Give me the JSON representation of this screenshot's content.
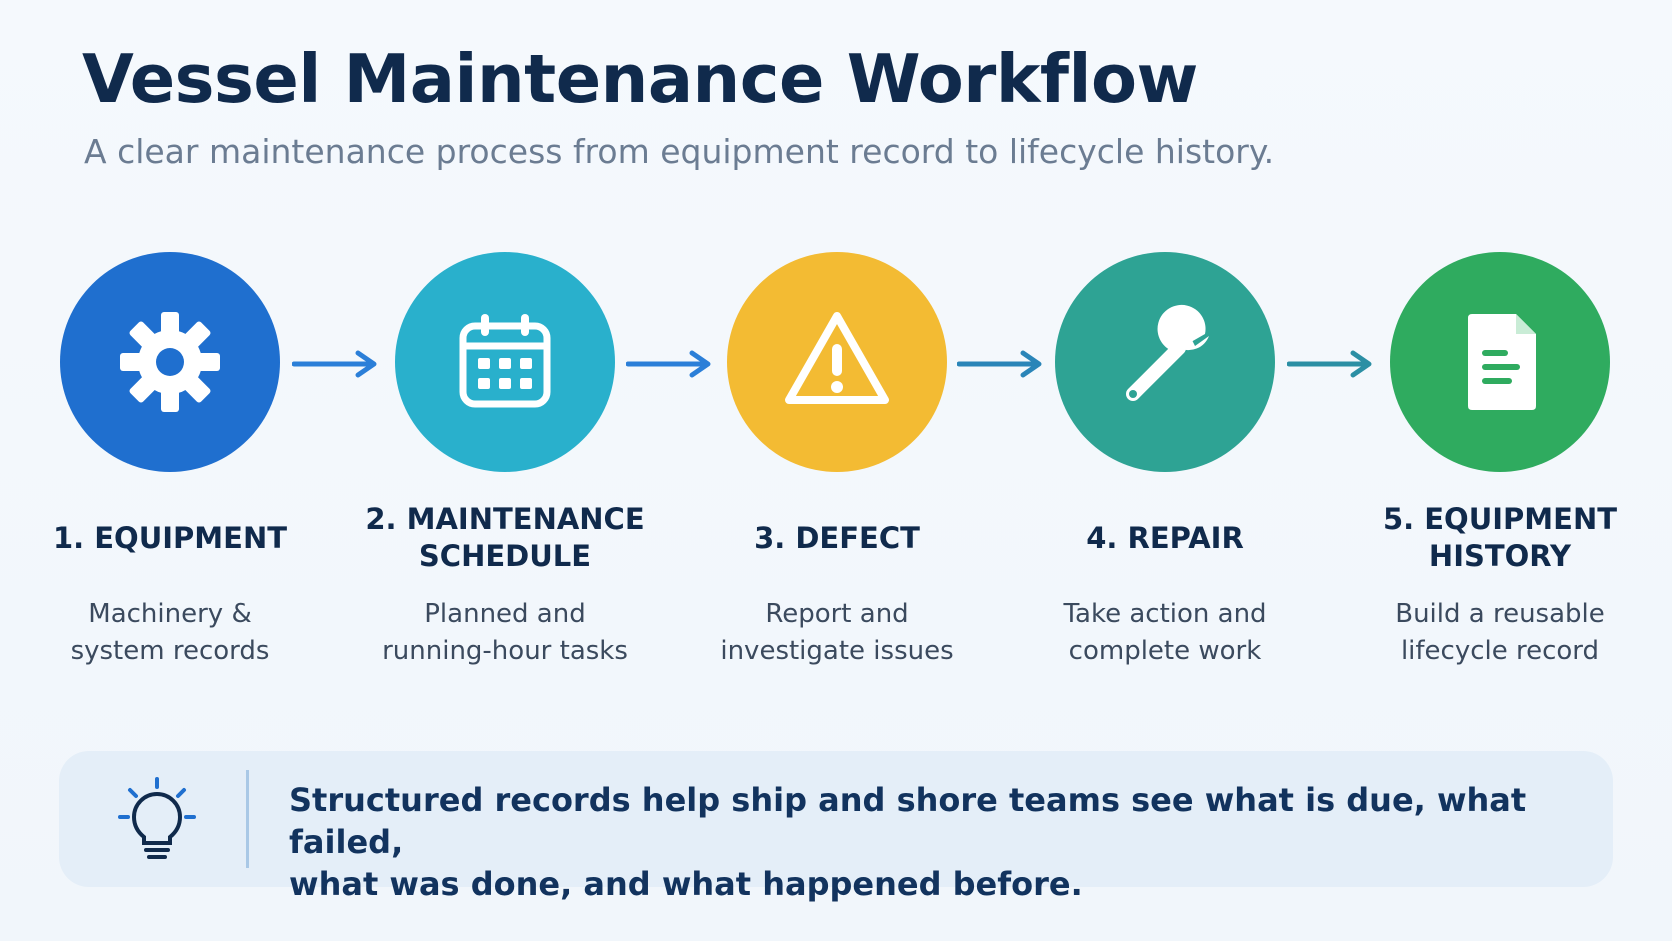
{
  "header": {
    "title": "Vessel Maintenance Workflow",
    "subtitle": "A clear maintenance process from equipment record to lifecycle history."
  },
  "steps": [
    {
      "title": "1. EQUIPMENT",
      "description": "Machinery &\nsystem records",
      "icon": "gear-icon",
      "color": "#1f6fcf"
    },
    {
      "title": "2. MAINTENANCE\nSCHEDULE",
      "description": "Planned and\nrunning-hour tasks",
      "icon": "calendar-icon",
      "color": "#29b0cc"
    },
    {
      "title": "3. DEFECT",
      "description": "Report and\ninvestigate issues",
      "icon": "warning-icon",
      "color": "#f3bb33"
    },
    {
      "title": "4. REPAIR",
      "description": "Take action and\ncomplete work",
      "icon": "wrench-icon",
      "color": "#2ea394"
    },
    {
      "title": "5. EQUIPMENT\nHISTORY",
      "description": "Build a reusable\nlifecycle record",
      "icon": "document-icon",
      "color": "#2fab5f"
    }
  ],
  "note": {
    "text": "Structured records help ship and shore teams see what is due, what failed,\nwhat was done, and what happened before.",
    "icon": "lightbulb-icon",
    "accent_color": "#1f6fcf"
  }
}
